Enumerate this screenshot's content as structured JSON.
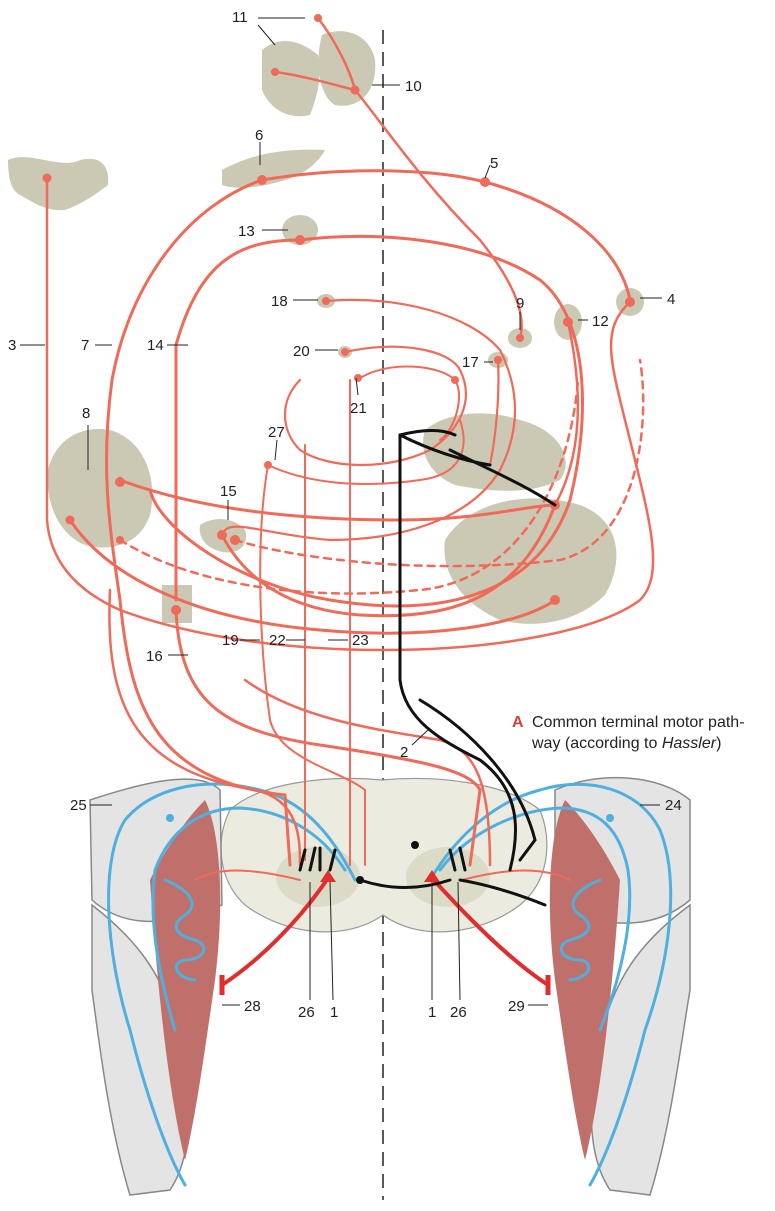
{
  "labels": {
    "n1a": "1",
    "n1b": "1",
    "n2": "2",
    "n3": "3",
    "n4": "4",
    "n5": "5",
    "n6": "6",
    "n7": "7",
    "n8": "8",
    "n9": "9",
    "n10": "10",
    "n11": "11",
    "n12": "12",
    "n13": "13",
    "n14": "14",
    "n15": "15",
    "n16": "16",
    "n17": "17",
    "n18": "18",
    "n19": "19",
    "n20": "20",
    "n21": "21",
    "n22": "22",
    "n23": "23",
    "n24": "24",
    "n25": "25",
    "n26a": "26",
    "n26b": "26",
    "n27": "27",
    "n28": "28",
    "n29": "29"
  },
  "caption": {
    "letter": "A",
    "line1": "Common terminal motor path-",
    "line2_pre": "way (according to ",
    "line2_italic": "Hassler",
    "line2_post": ")"
  },
  "colors": {
    "pathway": "#ef6a58",
    "sensory": "#4fb0e0",
    "cerebellar": "#111111",
    "tissue": "#cbc9b3",
    "muscle": "#c0706a"
  }
}
